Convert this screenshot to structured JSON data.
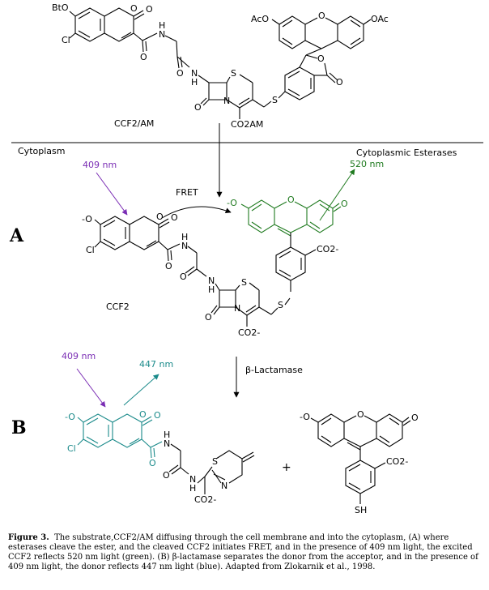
{
  "colors": {
    "purple": "#7a2db4",
    "green": "#1f7a1f",
    "teal": "#1a8a8a",
    "black": "#000000"
  },
  "top": {
    "compound_label": "CCF2/AM",
    "atoms": {
      "bto": "BtO",
      "o_ring": "O",
      "o_keto": "O",
      "cl": "Cl",
      "nh": "N",
      "h": "H",
      "o_amide1": "O",
      "o_amide2": "O",
      "s": "S",
      "n_ring": "N",
      "o_blactam": "O",
      "co2am": "CO2AM",
      "aco_left": "AcO",
      "o_xanthene": "O",
      "oac_right": "OAc",
      "o_lactone": "O",
      "o_lactone2": "O",
      "s_link": "S"
    }
  },
  "divider": {
    "left_label": "Cytoplasm",
    "right_label": "Cytoplasmic Esterases"
  },
  "panel_a": {
    "letter": "A",
    "wavelength_in": "409 nm",
    "wavelength_out": "520 nm",
    "process": "FRET",
    "compound_label": "CCF2",
    "atoms": {
      "o_minus": "-O",
      "o_ring": "O",
      "o_keto": "O",
      "cl": "Cl",
      "nh": "N",
      "h": "H",
      "o_amide": "O",
      "s": "S",
      "n_ring": "N",
      "o_blactam": "O",
      "co2_minus": "CO2-",
      "o_minus_green": "-O",
      "o_xanthene": "O",
      "o_keto_green": "O",
      "co2_minus_aryl": "CO2-",
      "s_link": "S"
    }
  },
  "arrow_b_label": "β-Lactamase",
  "panel_b": {
    "letter": "B",
    "wavelength_in": "409 nm",
    "wavelength_out": "447 nm",
    "plus": "+",
    "atoms": {
      "o_minus": "-O",
      "o_ring": "O",
      "o_keto": "O",
      "cl": "Cl",
      "nh": "N",
      "h": "H",
      "o_amide": "O",
      "s": "S",
      "n_ring": "N",
      "co2_minus": "CO2-",
      "o_minus_right": "-O",
      "o_xanthene": "O",
      "o_keto_right": "O",
      "co2_minus_right": "CO2-",
      "sh": "SH"
    }
  },
  "caption": {
    "figure_label": "Figure 3.",
    "text": "The substrate,CCF2/AM diffusing through the cell membrane and into the cytoplasm, (A) where esterases cleave the ester, and the cleaved CCF2 initiates FRET, and in the presence of 409 nm light, the excited CCF2 reflects 520 nm light (green). (B) β-lactamase separates the donor from the acceptor, and in the presence of 409 nm light, the donor reflects 447 nm light (blue). Adapted from Zlokarnik et al., 1998."
  }
}
